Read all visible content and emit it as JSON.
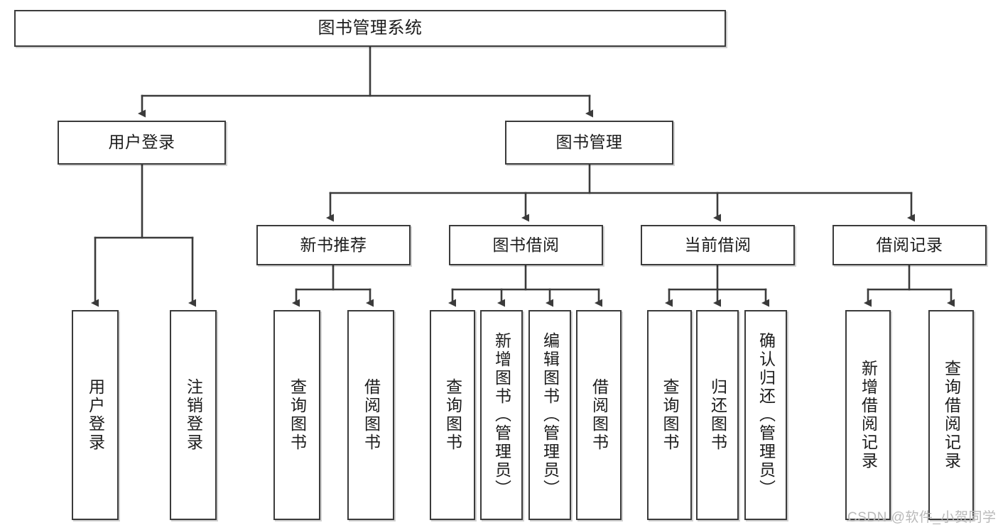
{
  "diagram": {
    "type": "tree-flowchart",
    "title_node": {
      "label": "图书管理系统"
    },
    "level2": [
      {
        "label": "用户登录"
      },
      {
        "label": "图书管理"
      }
    ],
    "level3": [
      {
        "label": "新书推荐"
      },
      {
        "label": "图书借阅"
      },
      {
        "label": "当前借阅"
      },
      {
        "label": "借阅记录"
      }
    ],
    "leaves": {
      "user_login": [
        {
          "label": "用户登录"
        },
        {
          "label": "注销登录"
        }
      ],
      "new_book_recommend": [
        {
          "label": "查询图书"
        },
        {
          "label": "借阅图书"
        }
      ],
      "book_borrow": [
        {
          "label": "查询图书"
        },
        {
          "label": "新增图书（管理员）"
        },
        {
          "label": "编辑图书（管理员）"
        },
        {
          "label": "借阅图书"
        }
      ],
      "current_borrow": [
        {
          "label": "查询图书"
        },
        {
          "label": "归还图书"
        },
        {
          "label": "确认归还（管理员）"
        }
      ],
      "borrow_record": [
        {
          "label": "新增借阅记录"
        },
        {
          "label": "查询借阅记录"
        }
      ]
    }
  },
  "watermark": {
    "text": "CSDN @软件_小贺同学"
  },
  "colors": {
    "stroke": "#3b3b3b",
    "fill": "#ffffff",
    "text": "#1c1c1c",
    "watermark": "#b9b9b9"
  }
}
